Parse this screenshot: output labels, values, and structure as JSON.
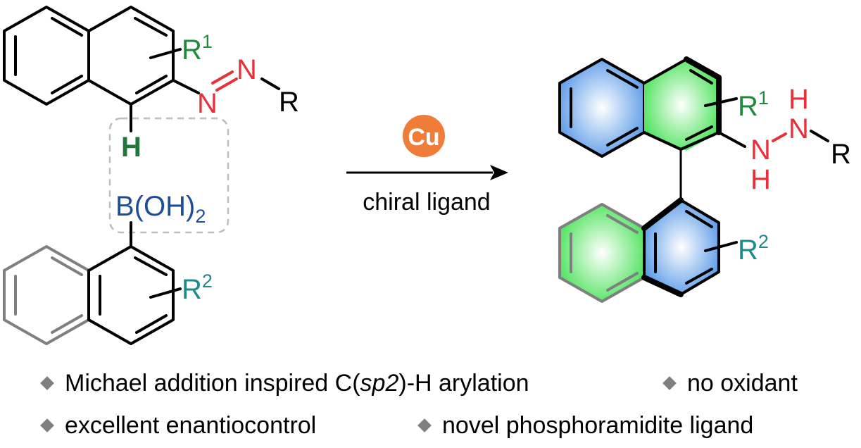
{
  "reactant_top": {
    "substituent": "R",
    "substituent_sup": "1",
    "azo_n1": "N",
    "azo_n2": "N",
    "end_group": "R",
    "h_atom": "H"
  },
  "reactant_bottom": {
    "boron_text": "B(OH)",
    "boron_sub": "2",
    "substituent": "R",
    "substituent_sup": "2"
  },
  "catalyst": {
    "label": "Cu",
    "color": "#f07c3a"
  },
  "condition": "chiral ligand",
  "product": {
    "substituent_top": "R",
    "substituent_top_sup": "1",
    "substituent_bottom": "R",
    "substituent_bottom_sup": "2",
    "nh1_n": "N",
    "nh1_h": "H",
    "nh2_n": "N",
    "nh2_h": "H",
    "end_group": "R"
  },
  "colors": {
    "azo_red": "#e8303a",
    "r1_green": "#1f8a3c",
    "r2_teal": "#1f8a8a",
    "boron_blue": "#1f4e96",
    "ring_blue": "#4f8fe0",
    "ring_green": "#5ee06a",
    "gray_bond": "#7f7f7f"
  },
  "bullets": {
    "line1_item1_pre": "Michael addition inspired C(",
    "line1_item1_italic": "sp2",
    "line1_item1_post": ")-H arylation",
    "line1_item2": "no oxidant",
    "line2_item1": "excellent enantiocontrol",
    "line2_item2": "novel phosphoramidite ligand"
  }
}
